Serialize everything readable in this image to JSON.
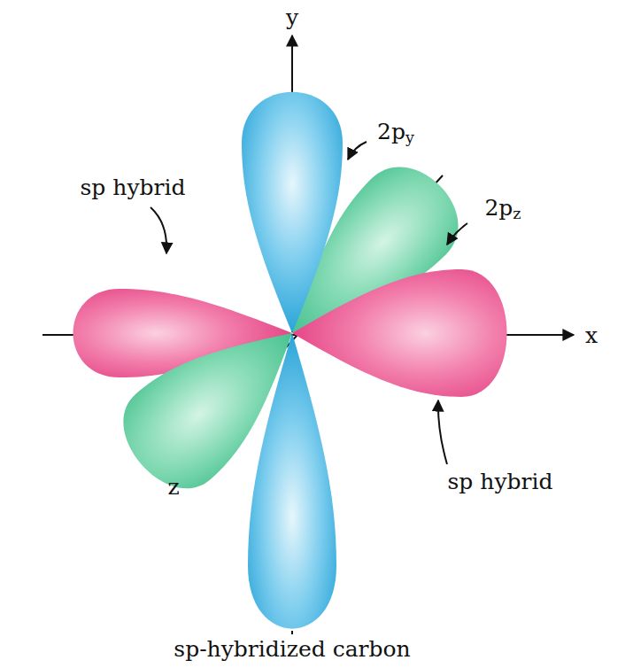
{
  "diagram": {
    "labels": [
      "y",
      "2py",
      "2pz",
      "sp hybrid",
      "x",
      "sp hybrid",
      "z",
      "sp-hybridized carbon"
    ]
  }
}
